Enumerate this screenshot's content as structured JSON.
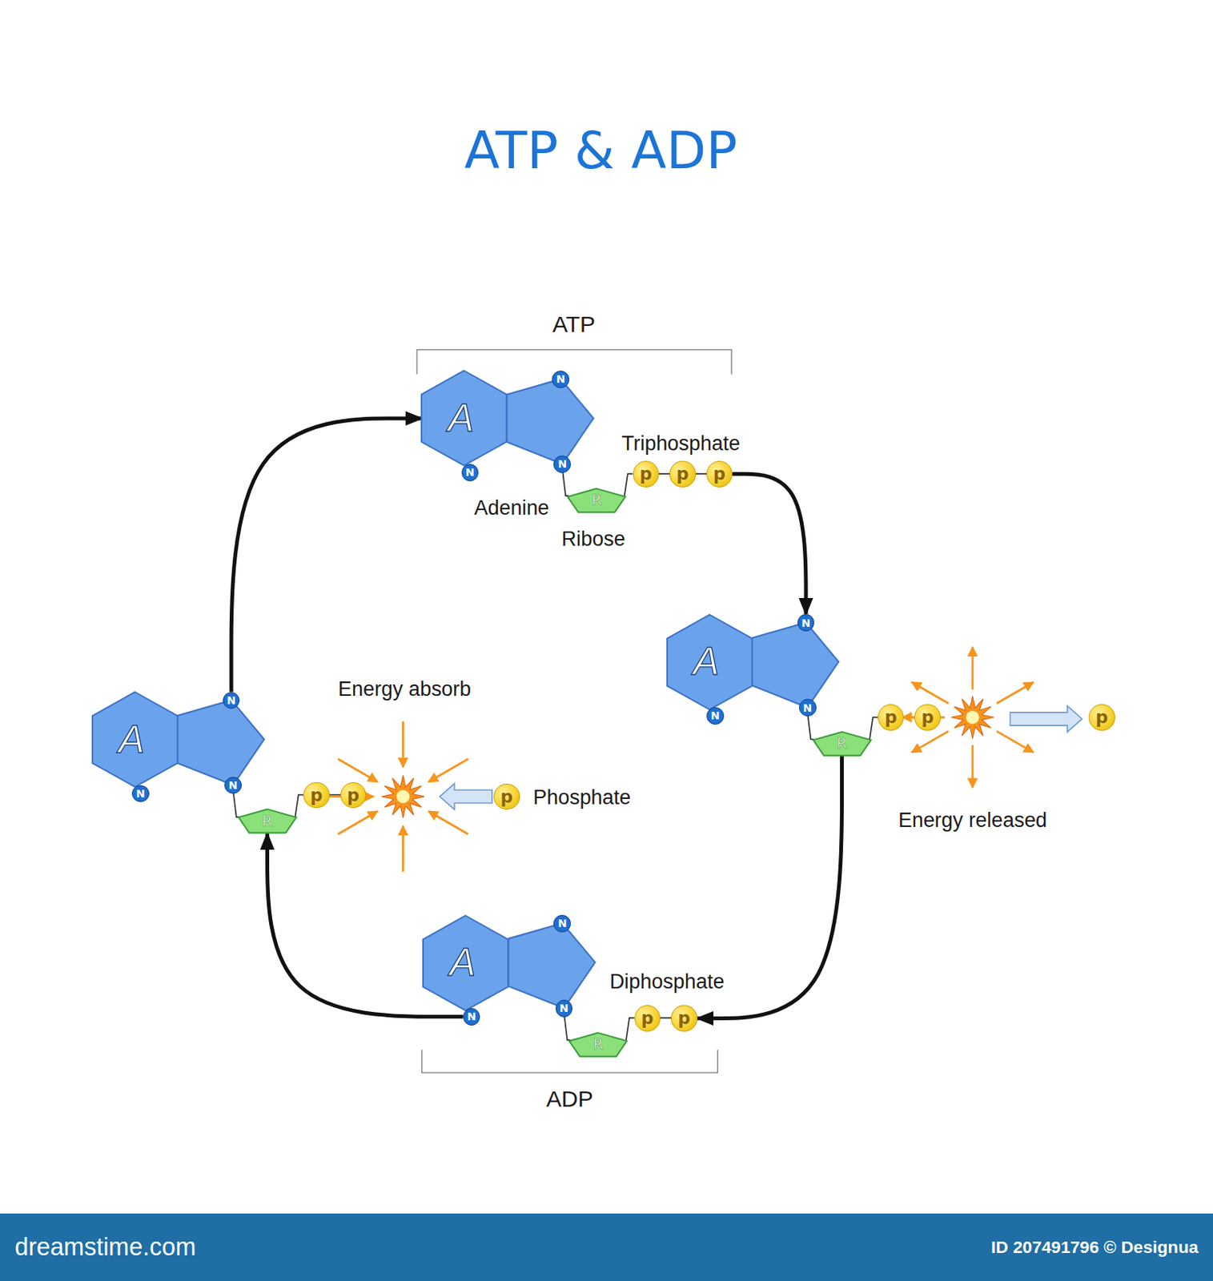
{
  "diagram": {
    "title": "ATP & ADP",
    "nodes": [
      {
        "text": [
          "A"
        ]
      },
      {
        "text": [
          "N"
        ]
      },
      {
        "text": [
          "N"
        ]
      },
      {
        "text": [
          "N"
        ]
      },
      {
        "text": [
          "R"
        ]
      },
      {
        "text": [
          "p"
        ]
      },
      {
        "text": [
          "p"
        ]
      },
      {
        "text": [
          "p"
        ]
      },
      {
        "text": [
          "A"
        ]
      },
      {
        "text": [
          "N"
        ]
      },
      {
        "text": [
          "N"
        ]
      },
      {
        "text": [
          "N"
        ]
      },
      {
        "text": [
          "R"
        ]
      },
      {
        "text": [
          "p"
        ]
      },
      {
        "text": [
          "p"
        ]
      },
      {
        "text": [
          "p"
        ]
      },
      {
        "text": [
          "A"
        ]
      },
      {
        "text": [
          "N"
        ]
      },
      {
        "text": [
          "N"
        ]
      },
      {
        "text": [
          "N"
        ]
      },
      {
        "text": [
          "R"
        ]
      },
      {
        "text": [
          "p"
        ]
      },
      {
        "text": [
          "p"
        ]
      },
      {
        "text": [
          "A"
        ]
      },
      {
        "text": [
          "N"
        ]
      },
      {
        "text": [
          "N"
        ]
      },
      {
        "text": [
          "N"
        ]
      },
      {
        "text": [
          "R"
        ]
      },
      {
        "text": [
          "p"
        ]
      },
      {
        "text": [
          "p"
        ]
      },
      {
        "text": [
          "p"
        ]
      }
    ],
    "edges": [
      {
        "from": 24,
        "to": 0,
        "arrow": "to"
      },
      {
        "from": 7,
        "to": 9,
        "arrow": "to"
      },
      {
        "from": 12,
        "to": 22,
        "arrow": "to"
      },
      {
        "from": 19,
        "to": 27,
        "arrow": "to"
      }
    ],
    "labels": [
      "ATP",
      "Triphosphate",
      "Adenine",
      "Ribose",
      "Energy absorb",
      "Phosphate",
      "Energy released",
      "Diphosphate",
      "ADP",
      "dreamstime.com",
      "ID 207491796 © Designua"
    ]
  }
}
